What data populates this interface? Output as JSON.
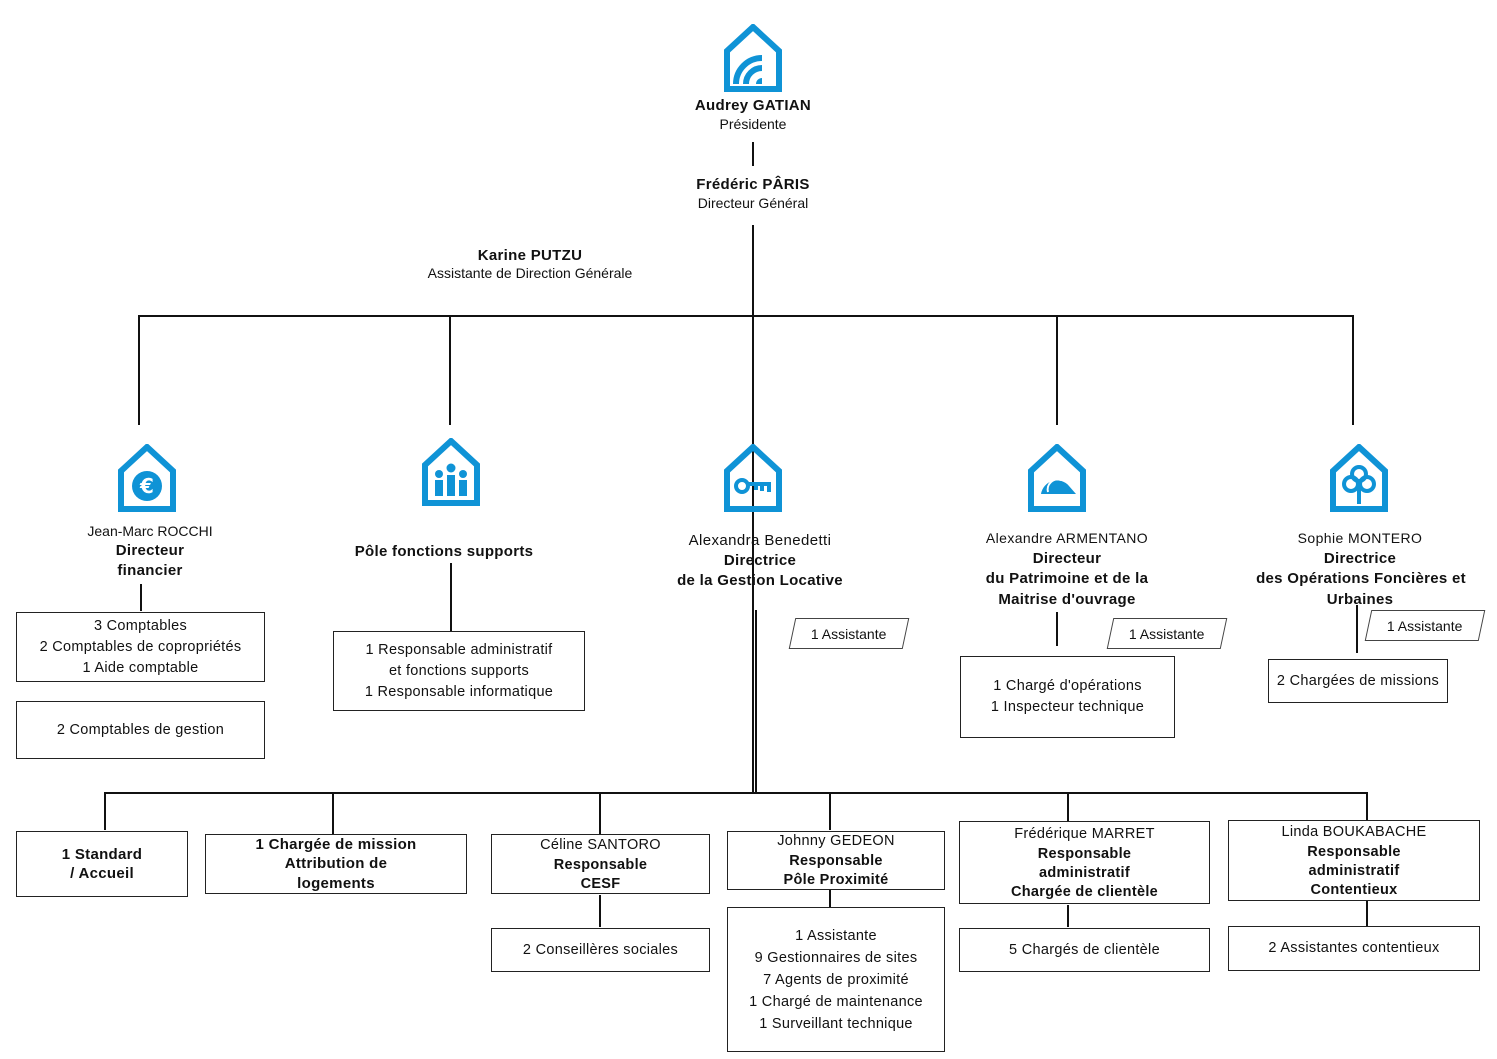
{
  "colors": {
    "brand": "#0f93d6",
    "line": "#111111"
  },
  "president": {
    "name": "Audrey GATIAN",
    "title": "Présidente",
    "icon": "house-wifi-icon"
  },
  "dg": {
    "name": "Frédéric PÂRIS",
    "title": "Directeur Général"
  },
  "assistant_dg": {
    "name": "Karine PUTZU",
    "title": "Assistante de Direction Générale"
  },
  "departments": {
    "finance": {
      "icon": "house-euro-icon",
      "name": "Jean-Marc  ROCCHI",
      "title1": "Directeur",
      "title2": "financier",
      "box1": [
        "3 Comptables",
        "2 Comptables de copropriétés",
        "1 Aide comptable"
      ],
      "box2": "2 Comptables de gestion"
    },
    "support": {
      "icon": "house-people-icon",
      "title": "Pôle fonctions supports",
      "box": [
        "1 Responsable administratif",
        "et fonctions supports",
        "1 Responsable informatique"
      ]
    },
    "rental": {
      "icon": "house-key-icon",
      "name": "Alexandra Benedetti",
      "title1": "Directrice",
      "title2": "de la Gestion Locative",
      "assistant": "1 Assistante"
    },
    "heritage": {
      "icon": "house-helmet-icon",
      "name": "Alexandre ARMENTANO",
      "title1": "Directeur",
      "title2": "du Patrimoine et de la",
      "title3": "Maitrise d'ouvrage",
      "assistant": "1 Assistante",
      "box": [
        "1  Chargé d'opérations",
        "1  Inspecteur technique"
      ]
    },
    "land": {
      "icon": "house-tree-icon",
      "name": "Sophie MONTERO",
      "title1": "Directrice",
      "title2": "des Opérations Foncières et",
      "title3": "Urbaines",
      "assistant": "1 Assistante",
      "box": "2 Chargées de missions"
    }
  },
  "rental_units": {
    "standard": [
      "1 Standard",
      "/ Accueil"
    ],
    "mission": [
      "1 Chargée de mission",
      "Attribution de",
      "logements"
    ],
    "cesf": {
      "name": "Céline SANTORO",
      "title1": "Responsable",
      "title2": "CESF",
      "sub": "2 Conseillères sociales"
    },
    "proximite": {
      "name": "Johnny GEDEON",
      "title1": "Responsable",
      "title2": "Pôle Proximité",
      "sub": [
        "1 Assistante",
        "9 Gestionnaires de sites",
        "7 Agents de proximité",
        "1 Chargé de maintenance",
        "1 Surveillant  technique"
      ]
    },
    "clientele": {
      "name": "Frédérique MARRET",
      "title1": "Responsable",
      "title2": "administratif",
      "title3": "Chargée de clientèle",
      "sub": "5 Chargés de clientèle"
    },
    "contentieux": {
      "name": "Linda BOUKABACHE",
      "title1": "Responsable",
      "title2": "administratif",
      "title3": "Contentieux",
      "sub": "2  Assistantes contentieux"
    }
  }
}
